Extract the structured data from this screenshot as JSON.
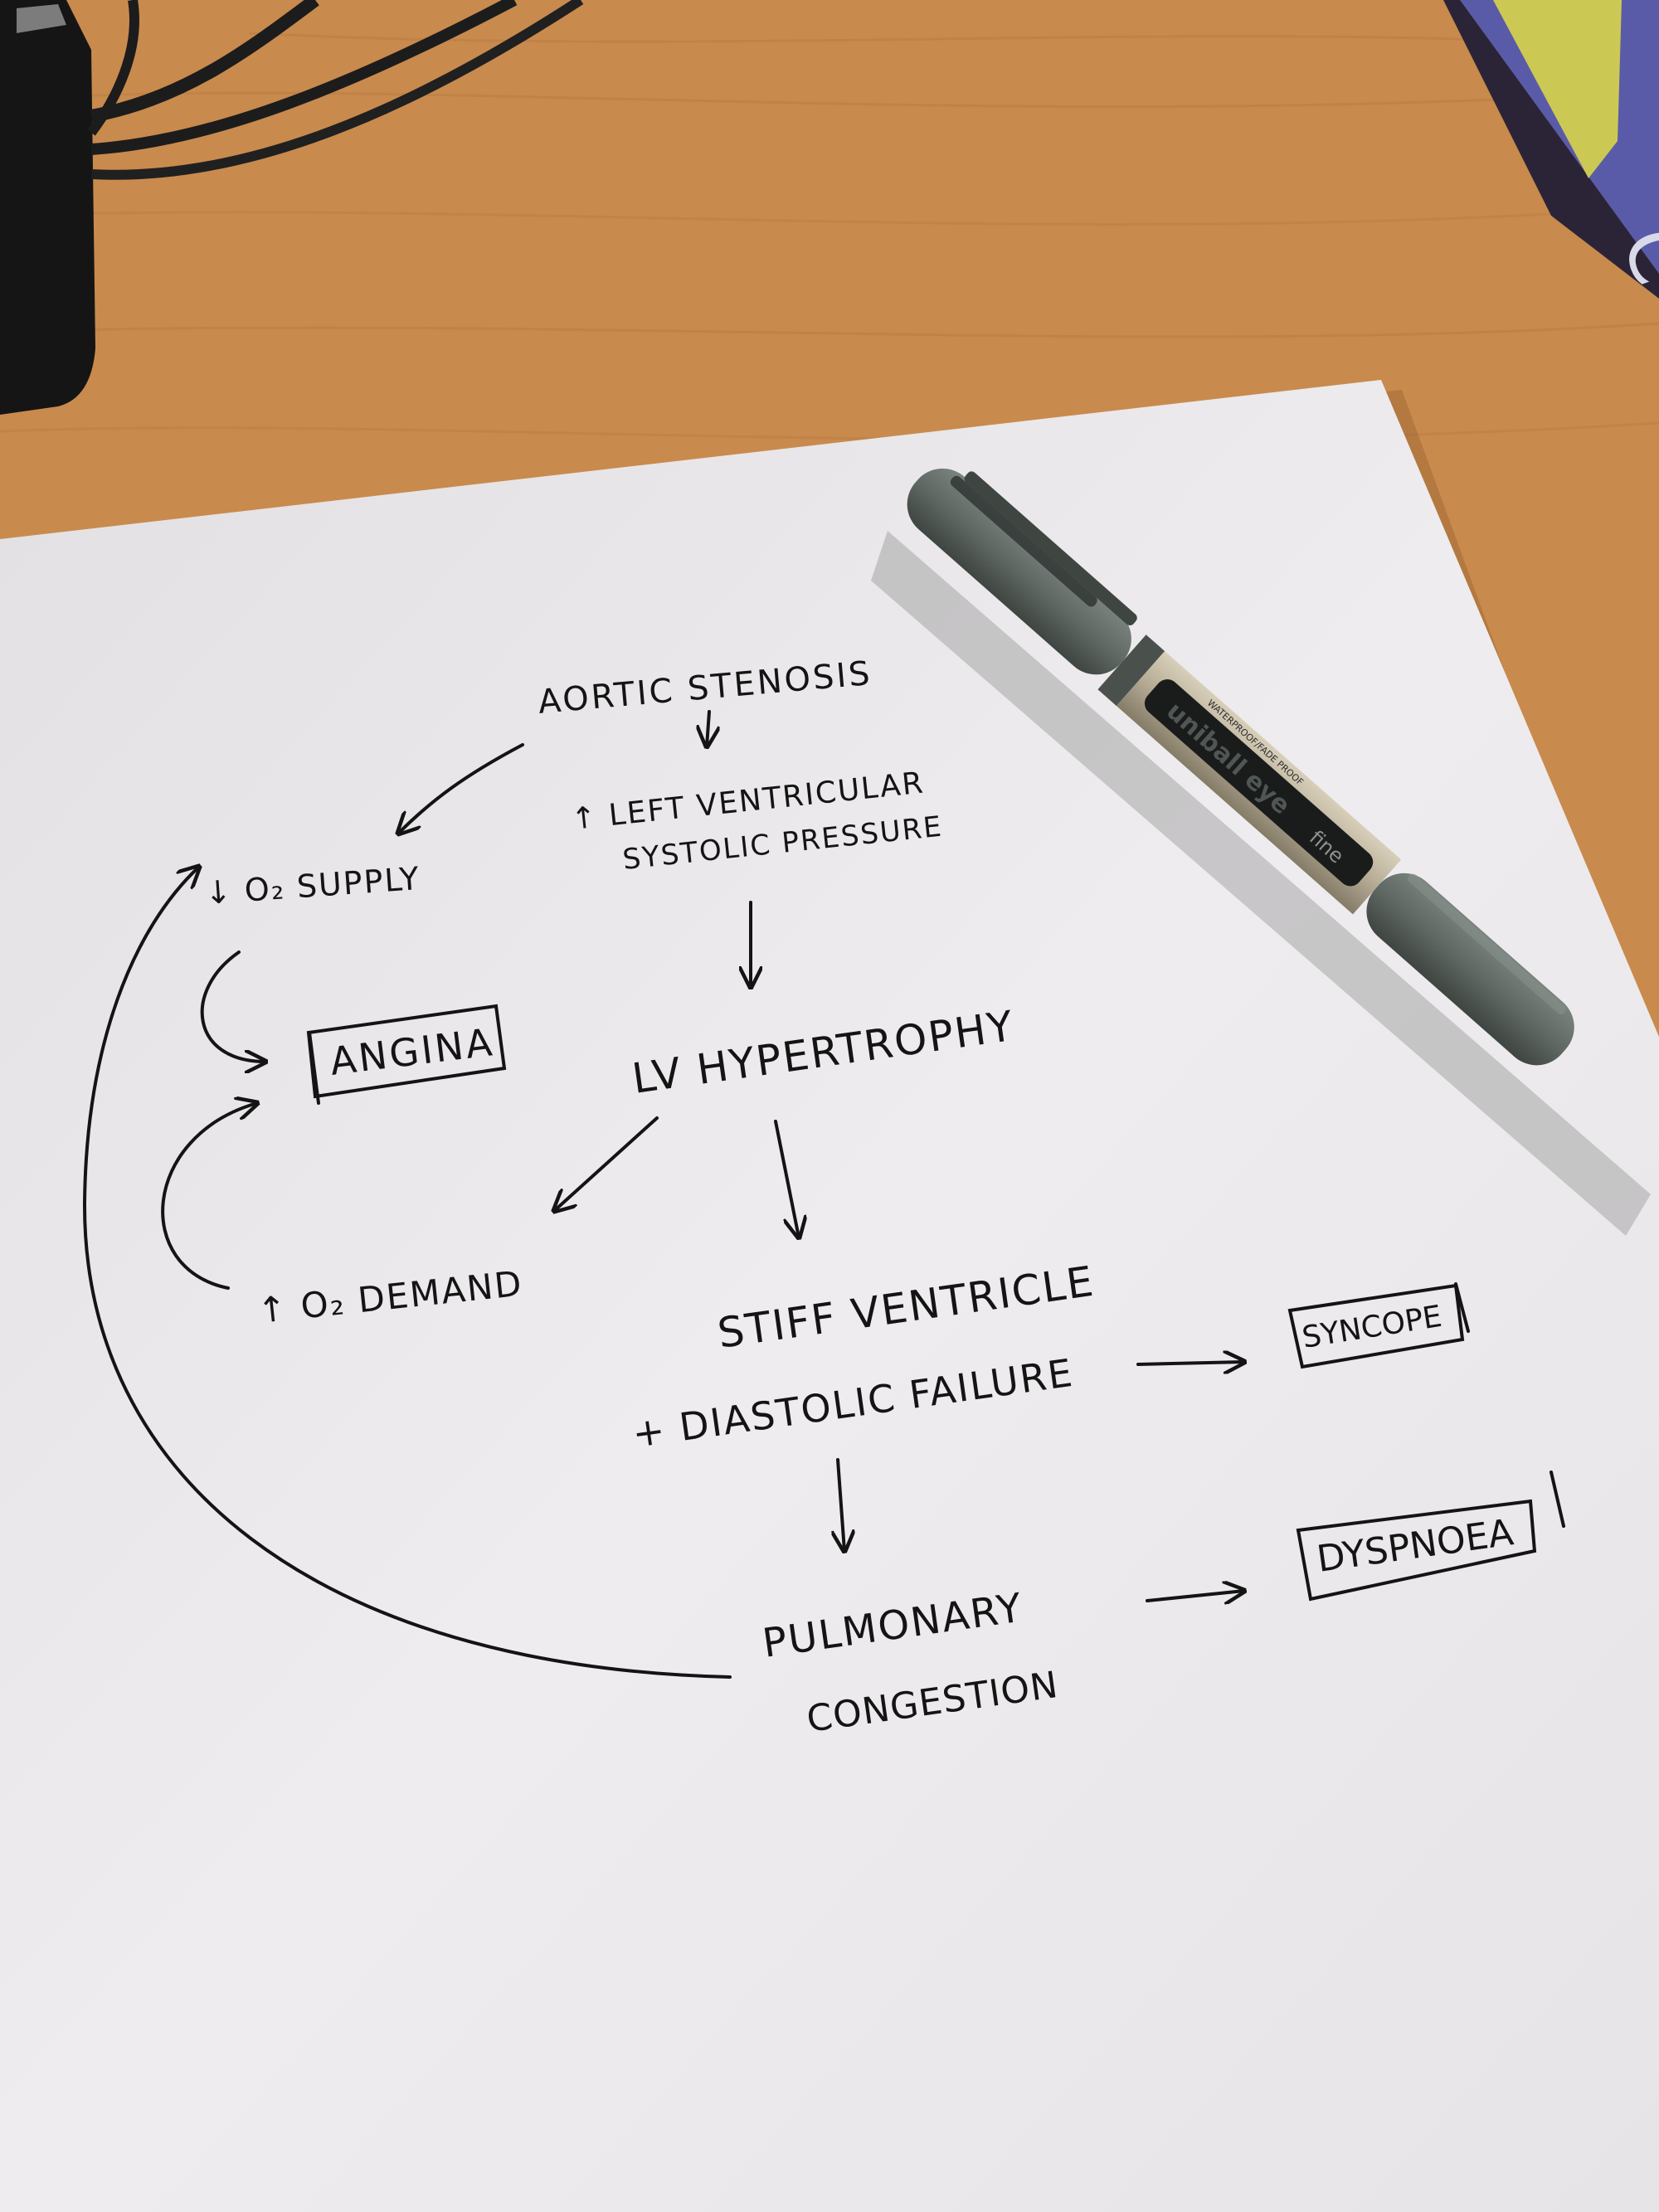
{
  "colors": {
    "desk": "#c98a4e",
    "desk_dark": "#a8692f",
    "paper": "#eceaeb",
    "ink": "#141414",
    "pen_body": "#5f6862",
    "pen_silver": "#b5ab95",
    "pen_label": "#1a1c1c",
    "book": "#5a5ba8",
    "book_sticker": "#d8d44a",
    "cable": "#1c1c1c"
  },
  "diagram": {
    "aortic_stenosis": "AORTIC STENOSIS",
    "lv_pressure_line1": "↑ LEFT VENTRICULAR",
    "lv_pressure_line2": "SYSTOLIC PRESSURE",
    "o2_supply": "↓ O₂ SUPPLY",
    "angina": "ANGINA",
    "lv_hypertrophy": "LV HYPERTROPHY",
    "o2_demand": "↑ O₂ DEMAND",
    "stiff_line1": "STIFF VENTRICLE",
    "stiff_line2": "+ DIASTOLIC FAILURE",
    "syncope": "SYNCOPE",
    "pulmonary_line1": "PULMONARY",
    "pulmonary_line2": "CONGESTION",
    "dyspnoea": "DYSPNOEA"
  },
  "pen": {
    "brand": "uniball eye",
    "tag": "WATERPROOF/FADE PROOF",
    "tip": "fine"
  }
}
